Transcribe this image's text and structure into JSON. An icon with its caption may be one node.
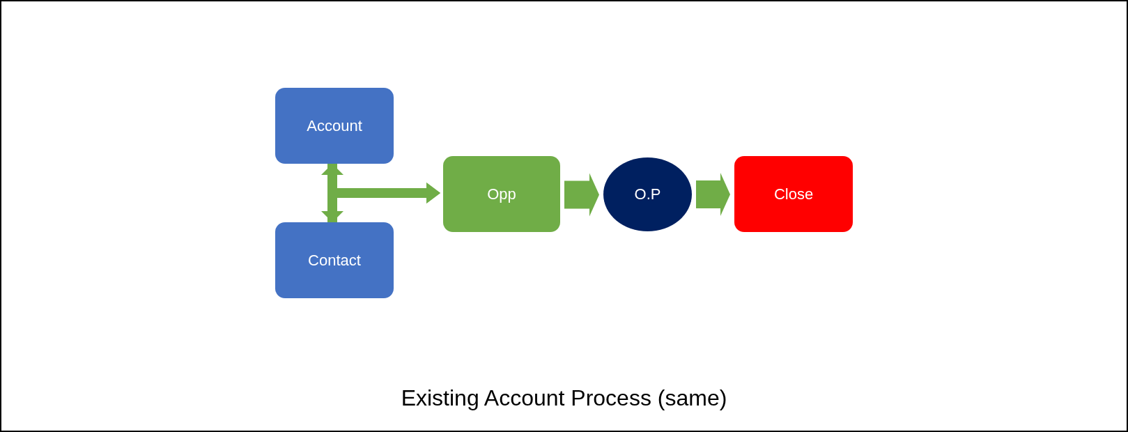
{
  "diagram": {
    "title": "Existing Account Process (same)",
    "nodes": [
      {
        "text": [
          "Account"
        ]
      },
      {
        "text": [
          "Contact"
        ]
      },
      {
        "text": [
          "Opp"
        ]
      },
      {
        "text": [
          "O.P"
        ]
      },
      {
        "text": [
          "Close"
        ]
      }
    ],
    "edges": [
      {
        "from": 0,
        "to": 1,
        "arrow": "both"
      },
      {
        "from": 0,
        "to": 2,
        "arrow": "to"
      },
      {
        "from": 1,
        "to": 2,
        "arrow": "to"
      },
      {
        "from": 2,
        "to": 3,
        "arrow": "to",
        "style": "thick"
      },
      {
        "from": 3,
        "to": 4,
        "arrow": "to",
        "style": "thick"
      }
    ]
  }
}
